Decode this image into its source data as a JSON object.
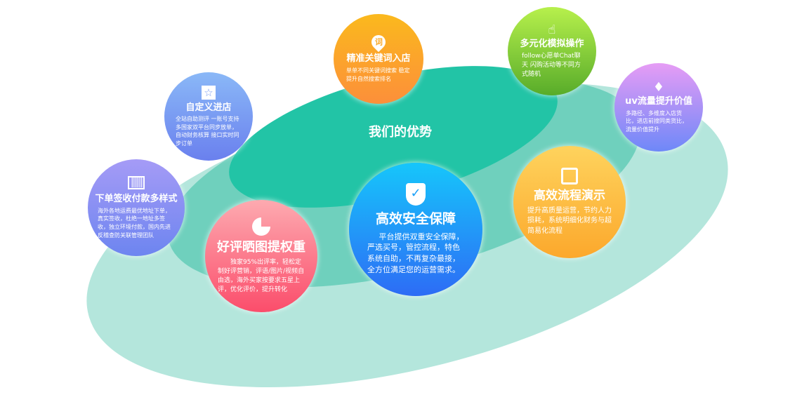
{
  "title": "我们的优势",
  "items": [
    {
      "title": "精准关键词入店",
      "desc": "单单不同关键词搜索 稳定提升自然搜索排名",
      "icon": "keyword-pin-icon",
      "icon_text": "词"
    },
    {
      "title": "多元化模拟操作",
      "desc": "follow心愿单Chat聊天 闪购活动等不同方式随机",
      "icon": "hand-pointer-icon"
    },
    {
      "title": "uv流量提升价值",
      "desc": "多路径、多维度入店货比，进店前搜同类货比， 流量价值提升",
      "icon": "diamond-icon"
    },
    {
      "title": "自定义进店",
      "desc": "全站自助测评 一账号支持多国家双平台同步放单，自动财务核算 接口实时同步订单",
      "icon": "star-icon"
    },
    {
      "title": "下单签收付款多样式",
      "desc": "海外各地运费最优地址下单，真实签收，杜绝一地址多签收，独立环境付款，国内先进反稽查防关联管理团队",
      "icon": "barcode-scan-icon"
    },
    {
      "title": "好评晒图提权重",
      "desc": "独家95%出评率，轻松定制好评营销，评语/图片/视频自由选，海外买家按要求五星上评，优化评价，提升转化",
      "icon": "pie-chart-icon"
    },
    {
      "title": "高效安全保障",
      "desc": "平台提供双重安全保障，严选买号，管控流程，特色系统自助，不再复杂最接，全方位满足您的运营需求。",
      "icon": "shield-check-icon"
    },
    {
      "title": "高效流程演示",
      "desc": "提升高质量运营，节约人力损耗，系统明细化财务与超简易化流程",
      "icon": "flowchart-icon"
    }
  ]
}
